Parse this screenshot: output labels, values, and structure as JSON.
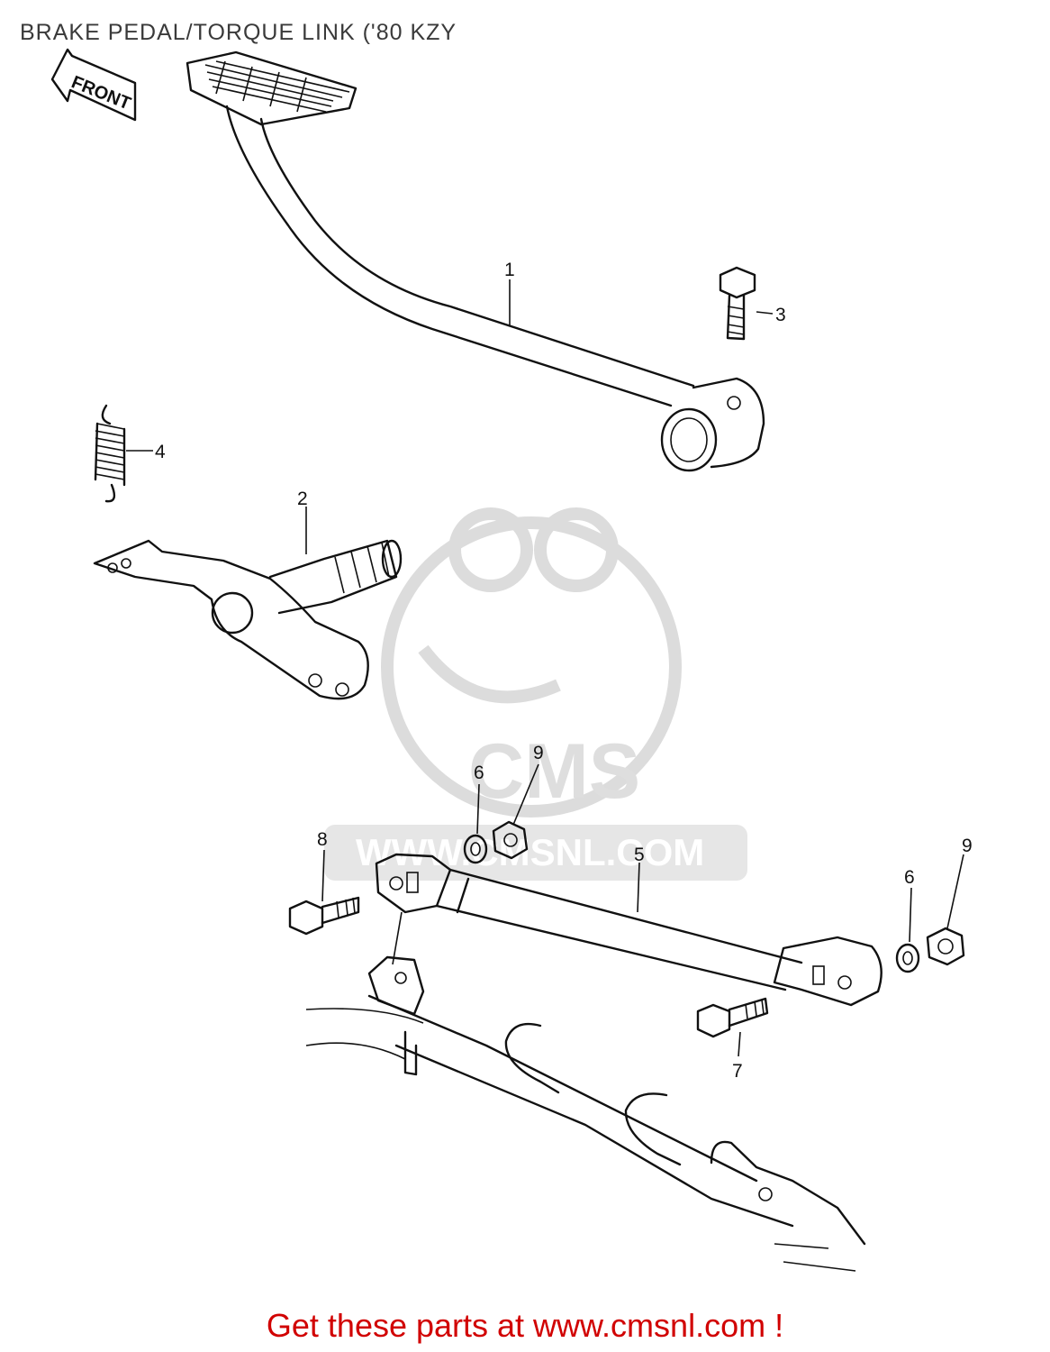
{
  "title": "BRAKE PEDAL/TORQUE LINK ('80 KZY",
  "front_arrow_label": "FRONT",
  "watermark": {
    "logo_text": "CMS",
    "url_text": "WWW.CMSNL.COM"
  },
  "callouts": [
    {
      "id": "1",
      "label": "1"
    },
    {
      "id": "2",
      "label": "2"
    },
    {
      "id": "3",
      "label": "3"
    },
    {
      "id": "4",
      "label": "4"
    },
    {
      "id": "5",
      "label": "5"
    },
    {
      "id": "6a",
      "label": "6"
    },
    {
      "id": "6b",
      "label": "6"
    },
    {
      "id": "7",
      "label": "7"
    },
    {
      "id": "8",
      "label": "8"
    },
    {
      "id": "9a",
      "label": "9"
    },
    {
      "id": "9b",
      "label": "9"
    }
  ],
  "footer": {
    "link_text": "Get these parts at www.cmsnl.com !",
    "color": "#d10000"
  }
}
